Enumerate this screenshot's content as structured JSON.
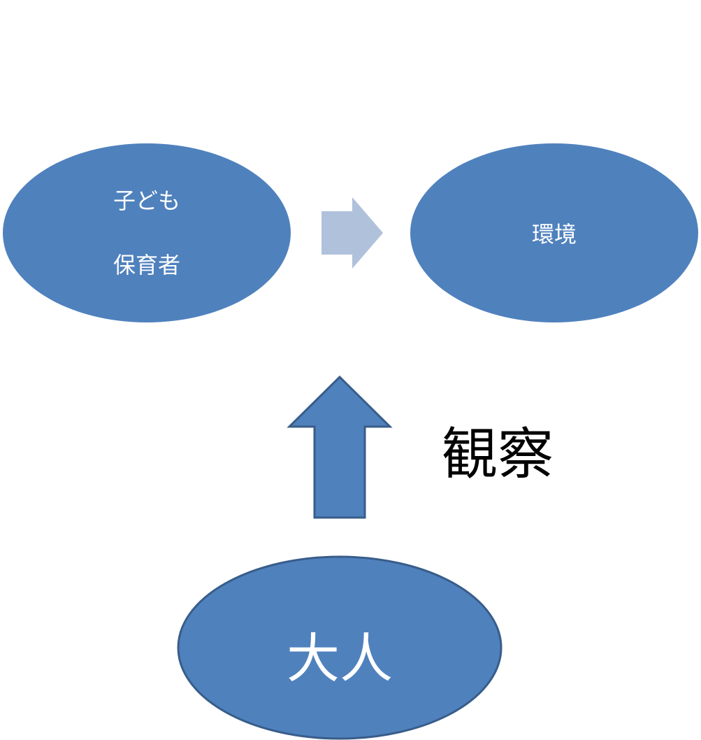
{
  "nodes": {
    "child": "子ども",
    "caregiver": "保育者",
    "environment": "環境",
    "adult": "大人"
  },
  "label": "観察",
  "colors": {
    "fill": "#4f81bd",
    "stroke": "#385d8a",
    "light_arrow": "#b0c1dc"
  }
}
